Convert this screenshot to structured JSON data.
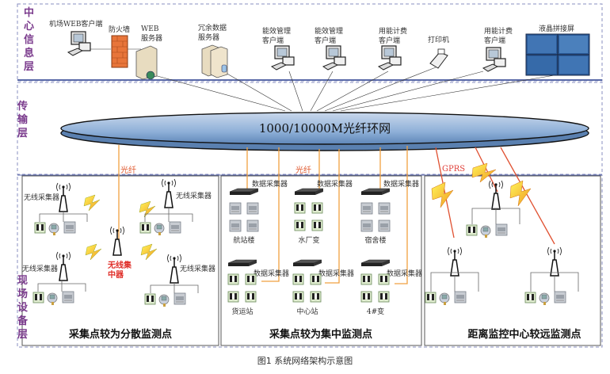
{
  "layers": {
    "center": "中心信息层",
    "transport": "传输层",
    "field": "现场设备层"
  },
  "center_devices": [
    {
      "label": "机场WEB客户端",
      "icon": "pc-icon"
    },
    {
      "label": "防火墙",
      "icon": "firewall-icon"
    },
    {
      "label": "WEB 服务器",
      "icon": "server-icon"
    },
    {
      "label": "冗余数据服务器",
      "icon": "redundant-server-icon"
    },
    {
      "label": "能效管理客户端",
      "icon": "pc-icon"
    },
    {
      "label": "能效管理客户端",
      "icon": "pc-icon"
    },
    {
      "label": "用能计费客户端",
      "icon": "pc-icon"
    },
    {
      "label": "打印机",
      "icon": "printer-icon"
    },
    {
      "label": "用能计费客户端",
      "icon": "pc-icon"
    },
    {
      "label": "液晶拼接屏",
      "icon": "video-wall-icon"
    }
  ],
  "ring": {
    "label": "1000/10000M光纤环网"
  },
  "links": {
    "fiber_left": "光纤",
    "fiber_mid": "光纤",
    "gprs": "GPRS"
  },
  "zone1": {
    "title": "采集点较为分散监测点",
    "collector_label": "无线采集器",
    "concentrator": "无线集中器"
  },
  "zone2": {
    "title": "采集点较为集中监测点",
    "collector_label": "数据采集器",
    "sites": [
      "航站楼",
      "水厂变",
      "宿舍楼",
      "货运站",
      "中心站",
      "4#变"
    ]
  },
  "zone3": {
    "title": "距离监控中心较远监测点"
  },
  "caption": "图1  系统网络架构示意图",
  "colors": {
    "layer_text": "#7a3a8c",
    "fiber": "#f0a040",
    "gprs": "#e0403a",
    "ring_fill": "#8fb0d8",
    "border": "#5a6aa8"
  }
}
